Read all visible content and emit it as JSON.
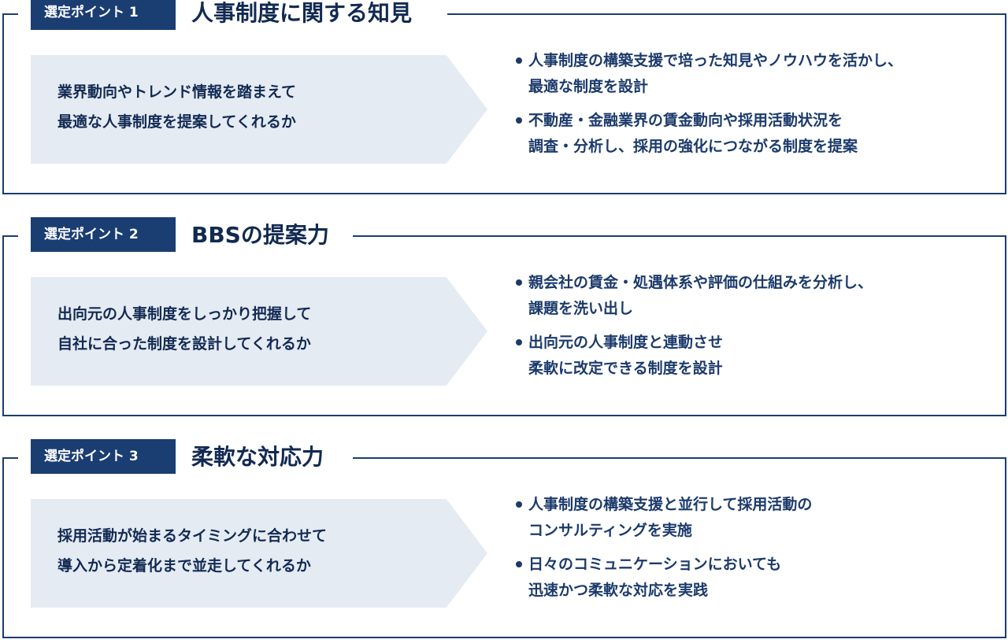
{
  "sections": [
    {
      "badge": "選定ポイント 1",
      "title": "人事制度に関する知見",
      "question": [
        "業界動向やトレンド情報を踏まえて",
        "最適な人事制度を提案してくれるか"
      ],
      "answers": [
        [
          "人事制度の構築支援で培った知見やノウハウを活かし、",
          "最適な制度を設計"
        ],
        [
          "不動産・金融業界の賃金動向や採用活動状況を",
          "調査・分析し、採用の強化につながる制度を提案"
        ]
      ]
    },
    {
      "badge": "選定ポイント 2",
      "title": "BBSの提案力",
      "question": [
        "出向元の人事制度をしっかり把握して",
        "自社に合った制度を設計してくれるか"
      ],
      "answers": [
        [
          "親会社の賃金・処遇体系や評価の仕組みを分析し、",
          "課題を洗い出し"
        ],
        [
          "出向元の人事制度と連動させ",
          "柔軟に改定できる制度を設計"
        ]
      ]
    },
    {
      "badge": "選定ポイント 3",
      "title": "柔軟な対応力",
      "question": [
        "採用活動が始まるタイミングに合わせて",
        "導入から定着化まで並走してくれるか"
      ],
      "answers": [
        [
          "人事制度の構築支援と並行して採用活動の",
          "コンサルティングを実施"
        ],
        [
          "日々のコミュニケーションにおいても",
          "迅速かつ柔軟な対応を実践"
        ]
      ]
    }
  ]
}
